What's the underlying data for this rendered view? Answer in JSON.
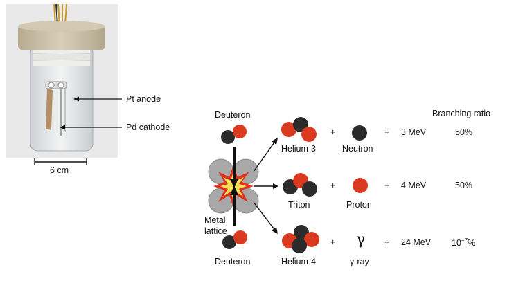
{
  "photo": {
    "anode_label": "Pt anode",
    "cathode_label": "Pd cathode",
    "scale_label": "6 cm"
  },
  "reaction": {
    "header": "Branching ratio",
    "deuteron_top": "Deuteron",
    "deuteron_bottom": "Deuteron",
    "lattice_label_line1": "Metal",
    "lattice_label_line2": "lattice",
    "plus": "+",
    "rows": [
      {
        "product": "Helium-3",
        "particle": "Neutron",
        "energy": "3 MeV",
        "ratio": "50%"
      },
      {
        "product": "Triton",
        "particle": "Proton",
        "energy": "4 MeV",
        "ratio": "50%"
      },
      {
        "product": "Helium-4",
        "particle": "γ-ray",
        "energy": "24 MeV",
        "ratio_base": "10",
        "ratio_exp": "−7",
        "ratio_unit": "%"
      }
    ],
    "gamma_symbol": "γ"
  },
  "colors": {
    "proton": "#d9391e",
    "neutron": "#2b2b2b",
    "lattice": "#a8a8a8",
    "flash_outer": "#e0301e",
    "flash_inner": "#f6e25a"
  }
}
